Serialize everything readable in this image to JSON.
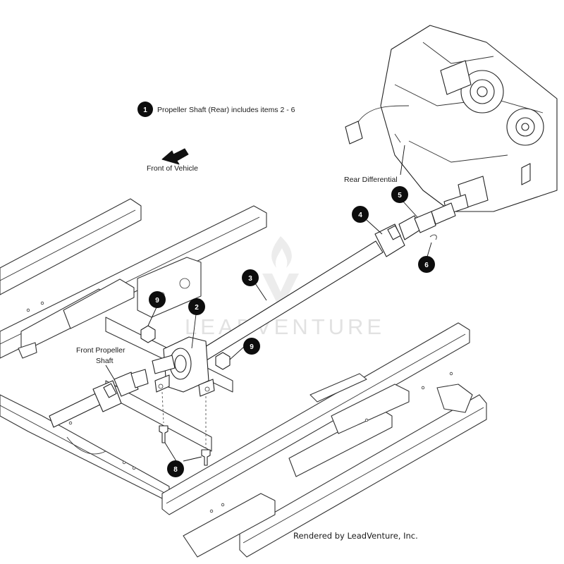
{
  "title_note": {
    "number": "1",
    "text": "Propeller Shaft (Rear) includes items 2 - 6"
  },
  "labels": {
    "front_of_vehicle": "Front of Vehicle",
    "rear_differential": "Rear Differential",
    "front_propeller_shaft_line1": "Front Propeller",
    "front_propeller_shaft_line2": "Shaft"
  },
  "callouts": [
    {
      "id": "2",
      "number": "2"
    },
    {
      "id": "3",
      "number": "3"
    },
    {
      "id": "4",
      "number": "4"
    },
    {
      "id": "5",
      "number": "5"
    },
    {
      "id": "6",
      "number": "6"
    },
    {
      "id": "8",
      "number": "8"
    },
    {
      "id": "9a",
      "number": "9"
    },
    {
      "id": "9b",
      "number": "9"
    }
  ],
  "watermark": "LEADVENTURE",
  "credit": "Rendered by LeadVenture, Inc.",
  "icons": [
    "arrow-left-icon",
    "flame-logo-icon"
  ]
}
